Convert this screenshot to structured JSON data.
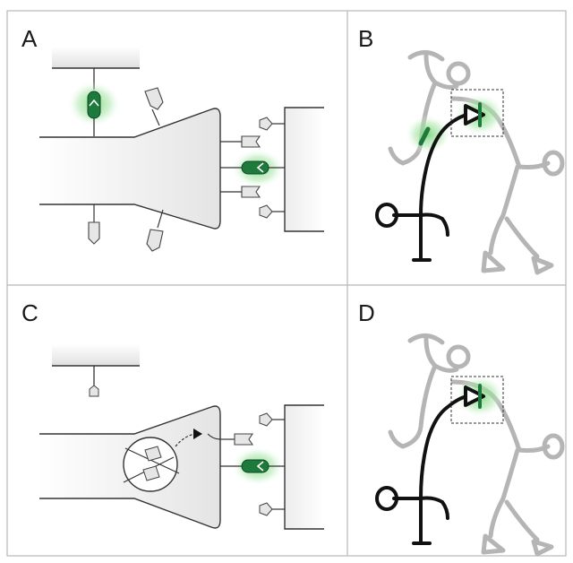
{
  "panels": [
    {
      "label": "A"
    },
    {
      "label": "B"
    },
    {
      "label": "C"
    },
    {
      "label": "D"
    }
  ],
  "colors": {
    "frame": "#b8b8b8",
    "line": "#333333",
    "receptor_fill": "#e6e6e6",
    "green_dark": "#1e7a3c",
    "green_mid": "#3aa35a",
    "glow": "#7fd67f",
    "neuron_black": "#111111",
    "neuron_gray": "#b5b5b5",
    "box_dash": "#333333"
  },
  "icons": [
    "green-receptor-icon",
    "gray-receptor-icon",
    "ligand-icon",
    "vesicle-icon",
    "arrow-icon",
    "dashed-box-icon"
  ]
}
